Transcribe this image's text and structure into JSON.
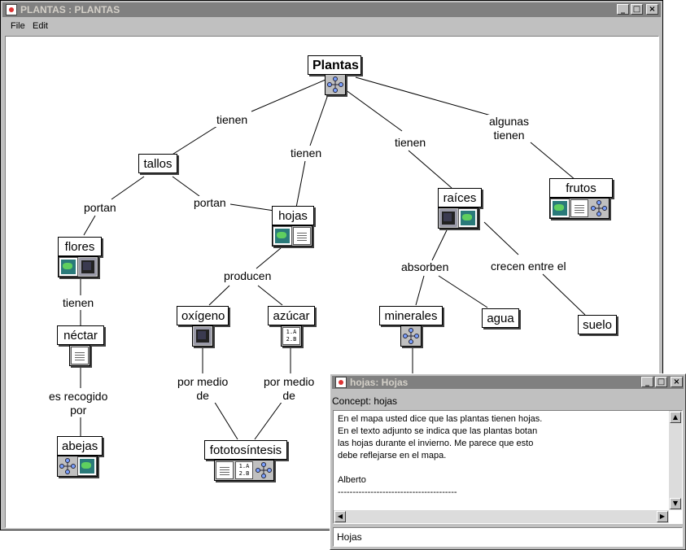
{
  "main_window": {
    "title": "PLANTAS : PLANTAS",
    "menu": [
      "File",
      "Edit"
    ],
    "controls": [
      "_",
      "□",
      "×"
    ]
  },
  "map": {
    "concepts": {
      "plantas": "Plantas",
      "tallos": "tallos",
      "hojas": "hojas",
      "raices": "raíces",
      "frutos": "frutos",
      "flores": "flores",
      "nectar": "néctar",
      "abejas": "abejas",
      "oxigeno": "oxígeno",
      "azucar": "azúcar",
      "fotosintesis": "fototosíntesis",
      "minerales": "minerales",
      "agua": "agua",
      "suelo": "suelo"
    },
    "links": {
      "tienen1": "tienen",
      "tienen2": "tienen",
      "tienen3": "tienen",
      "algunas_tienen": "algunas\ntienen",
      "portan1": "portan",
      "portan2": "portan",
      "tienen4": "tienen",
      "es_recogido": "es recogido\npor",
      "producen": "producen",
      "por_medio1": "por medio\nde",
      "por_medio2": "por medio\nde",
      "absorben": "absorben",
      "crecen": "crecen entre el"
    },
    "resource_icons": {
      "plantas": [
        "concept-map-icon"
      ],
      "frutos": [
        "image-icon",
        "document-icon",
        "concept-map-icon"
      ],
      "raices": [
        "video-icon",
        "image-icon"
      ],
      "hojas": [
        "image-icon",
        "document-icon"
      ],
      "flores": [
        "image-icon",
        "video-icon"
      ],
      "nectar": [
        "document-icon"
      ],
      "abejas": [
        "concept-map-icon",
        "image-icon"
      ],
      "oxigeno": [
        "video-icon"
      ],
      "azucar": [
        "text-list-icon"
      ],
      "fotosintesis": [
        "document-icon",
        "text-list-icon",
        "concept-map-icon"
      ],
      "minerales": [
        "concept-map-icon"
      ]
    },
    "text_list_glyph": "1.A\n2.B"
  },
  "note_window": {
    "title": "hojas: Hojas",
    "controls": [
      "_",
      "□",
      "×"
    ],
    "concept_line": "Concept: hojas",
    "body": "En el mapa usted dice que las plantas tienen hojas.\nEn el texto adjunto se indica que las plantas botan\nlas hojas durante el invierno. Me parece que esto\ndebe reflejarse en el mapa.\n\nAlberto\n----------------------------------------",
    "footer": "Hojas"
  }
}
